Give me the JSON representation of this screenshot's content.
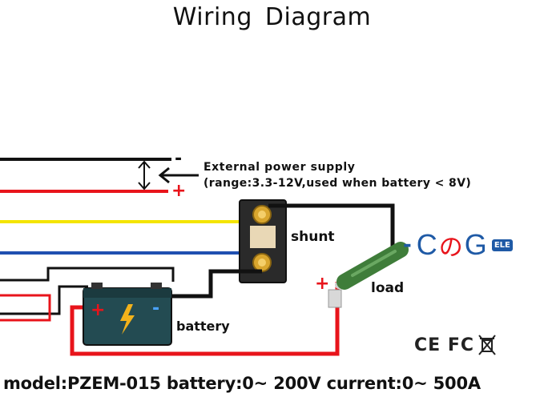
{
  "title": "Wiring Diagram",
  "external_supply": {
    "line1": "External power supply",
    "line2": "(range:3.3-12V,used when battery < 8V)",
    "minus": "-",
    "plus": "+"
  },
  "labels": {
    "shunt": "shunt",
    "load": "load",
    "battery": "battery",
    "load_plus": "+"
  },
  "brand": {
    "c": "C",
    "o": "の",
    "g": "G",
    "ele": "ELE"
  },
  "certifications": "CE FC",
  "model_line": "model:PZEM-015 battery:0~ 200V current:0~ 500A",
  "colors": {
    "red_wire": "#e8141b",
    "black_wire": "#111111",
    "yellow_wire": "#f4e400",
    "blue_wire": "#1f4fb0",
    "brand_blue": "#1f5aa6",
    "load_green": "#3f7d3a"
  }
}
